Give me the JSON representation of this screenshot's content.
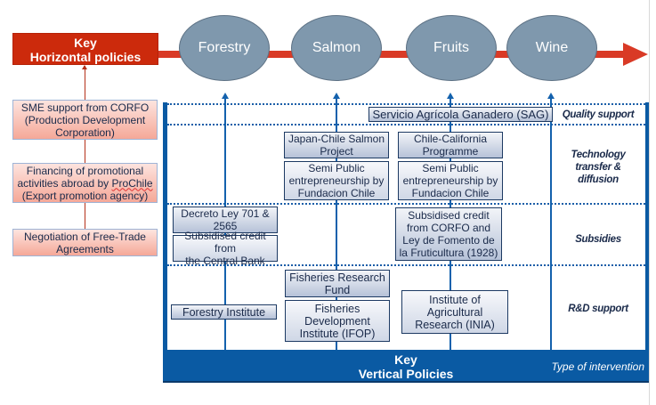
{
  "horizontal": {
    "key_line1": "Key",
    "key_line2": "Horizontal policies",
    "policies": [
      {
        "lines": [
          "SME support from CORFO",
          "(Production Development",
          "Corporation)"
        ]
      },
      {
        "lines": [
          "Financing of promotional",
          "activities abroad by ProChile",
          "(Export promotion agency)"
        ]
      },
      {
        "lines": [
          "Negotiation of Free-Trade",
          "Agreements"
        ]
      }
    ]
  },
  "sectors": [
    "Forestry",
    "Salmon",
    "Fruits",
    "Wine"
  ],
  "intervention_types": {
    "quality": "Quality support",
    "technology": [
      "Technology",
      "transfer &",
      "diffusion"
    ],
    "subsidies": "Subsidies",
    "rd": "R&D support"
  },
  "boxes": {
    "sag": "Servicio Agrícola Ganadero (SAG)",
    "japan_chile": [
      "Japan-Chile Salmon",
      "Project"
    ],
    "semi_public_salmon": [
      "Semi Public",
      "entrepreneurship by",
      "Fundacion Chile"
    ],
    "chile_california": [
      "Chile-California",
      "Programme"
    ],
    "semi_public_fruits": [
      "Semi Public",
      "entrepreneurship by",
      "Fundacion Chile"
    ],
    "decreto_ley": [
      "Decreto Ley 701 &",
      "2565"
    ],
    "central_bank": [
      "Subsidised credit from",
      "the Central Bank"
    ],
    "corfo_fruits": [
      "Subsidised credit",
      "from CORFO and",
      "Ley de Fomento de",
      "la Fruticultura (1928)"
    ],
    "forestry_institute": "Forestry Institute",
    "fisheries_fund": [
      "Fisheries Research",
      "Fund"
    ],
    "ifop": [
      "Fisheries",
      "Development",
      "Institute (IFOP)"
    ],
    "inia": [
      "Institute of",
      "Agricultural",
      "Research (INIA)"
    ]
  },
  "vertical": {
    "key_line1": "Key",
    "key_line2": "Vertical Policies",
    "type_label": "Type of intervention"
  },
  "colors": {
    "horizontal_key": "#cc2a0c",
    "arrow": "#d93a26",
    "sector": "#7f98ad",
    "vertical_key": "#0a5aa3"
  }
}
